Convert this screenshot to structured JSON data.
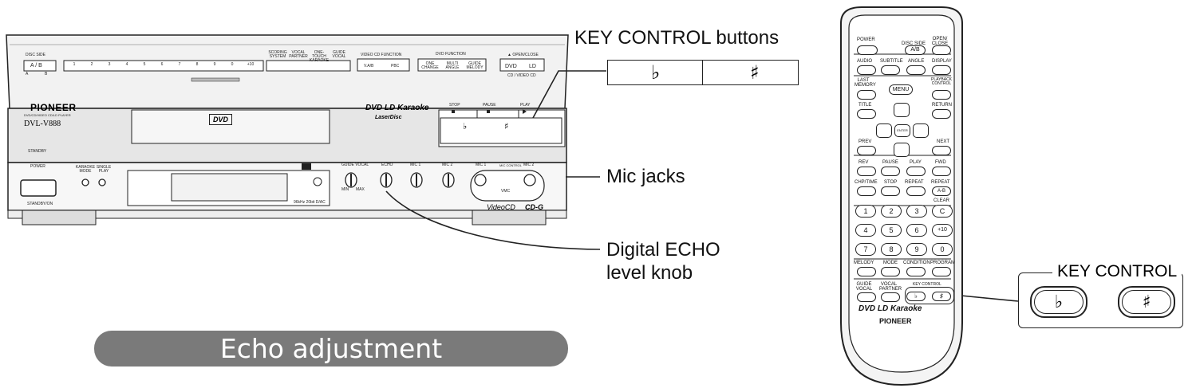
{
  "callouts": {
    "key_control_buttons": "KEY CONTROL buttons",
    "mic_jacks": "Mic jacks",
    "echo_knob_line1": "Digital ECHO",
    "echo_knob_line2": "level knob",
    "key_control_box": "KEY CONTROL"
  },
  "title": "Echo adjustment",
  "symbols": {
    "flat": "♭",
    "sharp": "♯"
  },
  "player": {
    "brand": "PIONEER",
    "model": "DVL-V888",
    "subtitle": "DVD/CD/VIDEO CD/LD PLAYER",
    "karaoke_logo": "DVD LD Karaoke",
    "laserdisc_logo": "LaserDisc",
    "dvd_logo": "DVD",
    "disc_side": "DISC SIDE",
    "ab": "A / B",
    "a": "A",
    "b": "B",
    "number_keys": [
      "1",
      "2",
      "3",
      "4",
      "5",
      "6",
      "7",
      "8",
      "9",
      "0",
      "+10"
    ],
    "scoring": "SCORING SYSTEM",
    "vocal_partner": "VOCAL PARTNER",
    "one_touch": "ONE-TOUCH KARAOKE",
    "guide_vocal": "GUIDE VOCAL",
    "video_cd_function": "VIDEO CD FUNCTION",
    "vcd_buttons": [
      "V.A/B",
      "PBC"
    ],
    "dvd_function": "DVD FUNCTION",
    "dvd_buttons": [
      "ONE CHANGE",
      "MULTI ANGLE",
      "GUIDE MELODY"
    ],
    "open_close": "▲ OPEN/CLOSE",
    "dvd_ld": [
      "DVD",
      "LD"
    ],
    "cd_vcd": "CD / VIDEO CD",
    "stop": "STOP",
    "pause": "PAUSE",
    "play": "PLAY",
    "standby": "STANDBY",
    "power": "POWER",
    "standby_on": "STANDBY/ON",
    "karaoke_mode": "KARAOKE MODE",
    "single_play": "SINGLE PLAY",
    "knobs": [
      "GUIDE VOCAL",
      "ECHO",
      "MIC 1",
      "MIC 2"
    ],
    "min": "MIN",
    "max": "MAX",
    "mic1": "MIC 1",
    "mic2": "MIC 2",
    "mic_control": "MIC CONTROL",
    "vmc": "VMC",
    "dac": "96kHz 20bit D/AC",
    "video_cd": "VideoCD",
    "cdg": "CD-G"
  },
  "remote": {
    "rows": [
      [
        "POWER",
        "DISC SIDE",
        "OPEN/ CLOSE"
      ],
      [
        "AUDIO",
        "SUBTITLE",
        "ANGLE",
        "DISPLAY"
      ],
      [
        "LAST MEMORY",
        "MENU",
        "PLAYBACK CONTROL"
      ],
      [
        "TITLE",
        "RETURN"
      ],
      [
        "PREV",
        "NEXT"
      ],
      [
        "REV",
        "PAUSE",
        "PLAY",
        "FWD"
      ],
      [
        "CHP/TIME",
        "STOP",
        "REPEAT",
        "REPEAT"
      ],
      [
        "CLEAR"
      ],
      [
        "MELODY",
        "MODE",
        "CONDITION",
        "PROGRAM"
      ],
      [
        "GUIDE VOCAL",
        "VOCAL PARTNER",
        "KEY CONTROL"
      ]
    ],
    "disc_side_btn": "A/B",
    "repeat_ab": "A-B",
    "enter": "ENTER",
    "digits": [
      "1",
      "2",
      "3",
      "C",
      "4",
      "5",
      "6",
      "+10",
      "7",
      "8",
      "9",
      "0"
    ],
    "logo_line": "DVD LD Karaoke",
    "brand": "PIONEER"
  }
}
